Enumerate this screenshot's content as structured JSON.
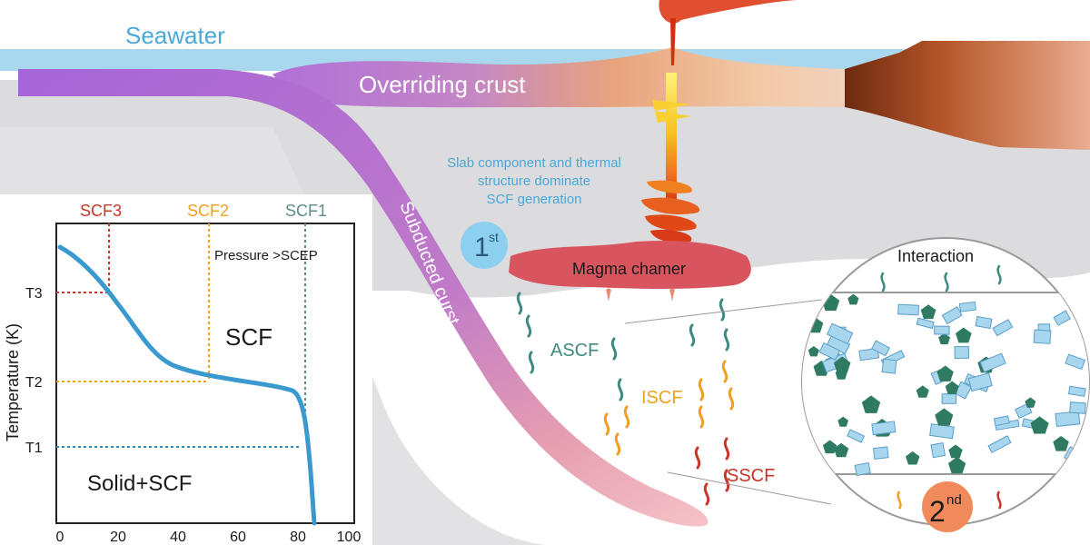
{
  "labels": {
    "seawater": "Seawater",
    "overriding_crust": "Overriding crust",
    "subducted_crust": "Subducted curst",
    "slab_note": [
      "Slab component and thermal",
      "structure dominate",
      "SCF generation"
    ],
    "first_badge": "1",
    "first_sup": "st",
    "magma_chamber": "Magma chamer",
    "interaction": "Interaction",
    "ascf": "ASCF",
    "iscf": "ISCF",
    "sscf": "SSCF",
    "second_badge": "2",
    "second_sup": "nd"
  },
  "phase_diagram": {
    "y_axis_label": "Temperature (K)",
    "y_ticks": [
      "T3",
      "T2",
      "T1"
    ],
    "x_ticks": [
      "0",
      "20",
      "40",
      "60",
      "80",
      "100"
    ],
    "scf_markers": [
      "SCF3",
      "SCF2",
      "SCF1"
    ],
    "pressure_note": "Pressure >SCEP",
    "scf_region": "SCF",
    "solid_region": "Solid+SCF"
  },
  "colors": {
    "seawater": "#a9d8ee",
    "slab": "#b070d8",
    "mantle_gray": "#e0e0e2",
    "magma": "#d85560",
    "badge_first": "#8ccfee",
    "badge_second": "#f08a5a",
    "ascf": "#3f8a80",
    "iscf": "#f0a020",
    "sscf": "#c8352a",
    "curve": "#3a9ad0",
    "note_text": "#4aa8d8"
  }
}
